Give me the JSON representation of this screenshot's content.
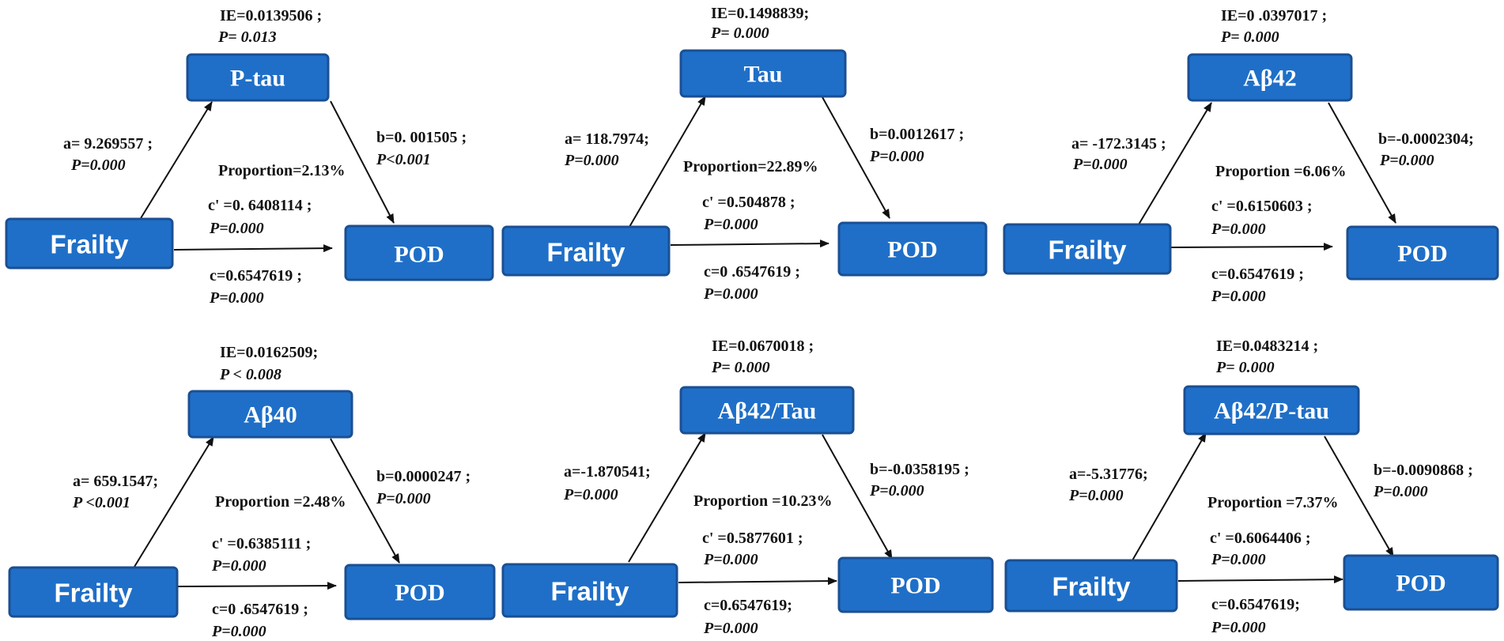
{
  "panels": [
    {
      "mediator": "P-tau",
      "x_label": "Frailty",
      "y_label": "POD",
      "ie": "IE=0.0139506 ;",
      "ie_p": "P= 0.013",
      "a": "a= 9.269557 ;",
      "a_p": "P=0.000",
      "b": "b=0. 001505 ;",
      "b_p": "P<0.001",
      "proportion": "Proportion=2.13%",
      "c_prime": "c' =0. 6408114 ;",
      "c_prime_p": "P=0.000",
      "c": "c=0.6547619 ;",
      "c_p": "P=0.000"
    },
    {
      "mediator": "Tau",
      "x_label": "Frailty",
      "y_label": "POD",
      "ie": "IE=0.1498839;",
      "ie_p": "P= 0.000",
      "a": "a=  118.7974;",
      "a_p": "P=0.000",
      "b": "b=0.0012617 ;",
      "b_p": "P=0.000",
      "proportion": "Proportion=22.89%",
      "c_prime": "c' =0.504878  ;",
      "c_prime_p": "P=0.000",
      "c": "c=0 .6547619 ;",
      "c_p": "P=0.000"
    },
    {
      "mediator": "Aβ42",
      "x_label": "Frailty",
      "y_label": "POD",
      "ie": "IE=0 .0397017  ;",
      "ie_p": "P= 0.000",
      "a": "a= -172.3145 ;",
      "a_p": "P=0.000",
      "b": "b=-0.0002304;",
      "b_p": "P=0.000",
      "proportion": "Proportion =6.06%",
      "c_prime": "c' =0.6150603 ;",
      "c_prime_p": "P=0.000",
      "c": "c=0.6547619  ;",
      "c_p": "P=0.000"
    },
    {
      "mediator": "Aβ40",
      "x_label": "Frailty",
      "y_label": "POD",
      "ie": "IE=0.0162509;",
      "ie_p": "P < 0.008",
      "a": "a= 659.1547;",
      "a_p": "P <0.001",
      "b": "b=0.0000247 ;",
      "b_p": "P=0.000",
      "proportion": "Proportion =2.48%",
      "c_prime": "c' =0.6385111  ;",
      "c_prime_p": "P=0.000",
      "c": "c=0 .6547619 ;",
      "c_p": "P=0.000"
    },
    {
      "mediator": "Aβ42/Tau",
      "x_label": "Frailty",
      "y_label": "POD",
      "ie": "IE=0.0670018 ;",
      "ie_p": "P= 0.000",
      "a": "a=-1.870541;",
      "a_p": "P=0.000",
      "b": "b=-0.0358195  ;",
      "b_p": "P=0.000",
      "proportion": "Proportion =10.23%",
      "c_prime": "c' =0.5877601  ;",
      "c_prime_p": "P=0.000",
      "c": "c=0.6547619;",
      "c_p": "P=0.000"
    },
    {
      "mediator": "Aβ42/P-tau",
      "x_label": "Frailty",
      "y_label": "POD",
      "ie": "IE=0.0483214 ;",
      "ie_p": "P= 0.000",
      "a": "a=-5.31776;",
      "a_p": "P=0.000",
      "b": "b=-0.0090868  ;",
      "b_p": "P=0.000",
      "proportion": "Proportion =7.37%",
      "c_prime": "c' =0.6064406  ;",
      "c_prime_p": "P=0.000",
      "c": "c=0.6547619;",
      "c_p": "P=0.000"
    }
  ]
}
